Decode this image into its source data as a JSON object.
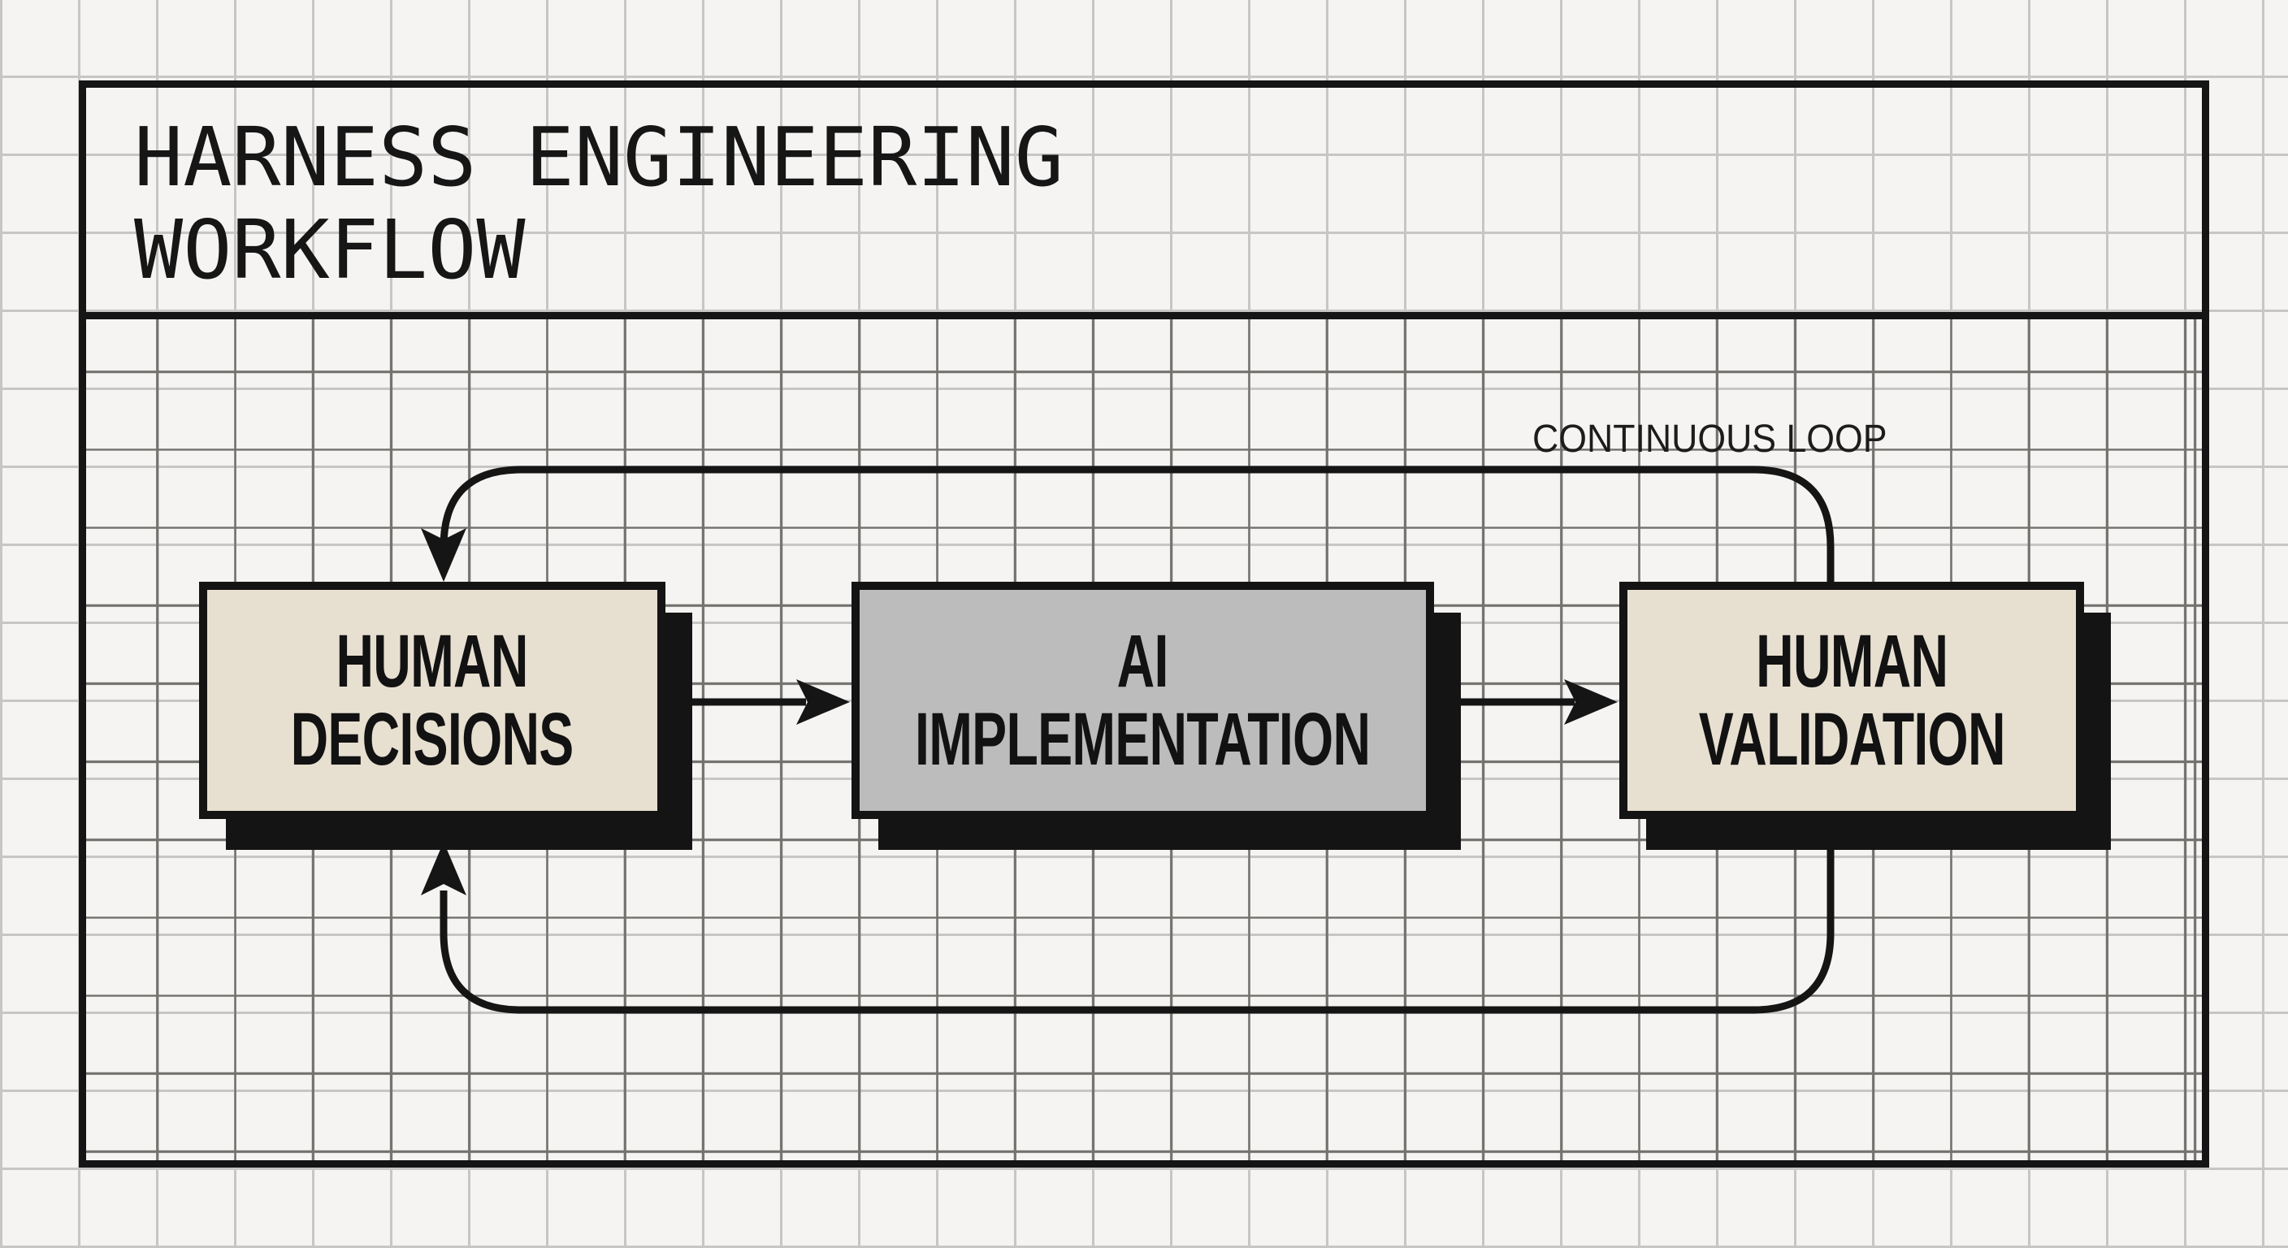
{
  "title": {
    "line1": "HARNESS ENGINEERING",
    "line2": "WORKFLOW"
  },
  "diagram": {
    "loop_label": "CONTINUOUS LOOP",
    "nodes": [
      {
        "id": "human-decisions",
        "line1": "HUMAN",
        "line2": "DECISIONS",
        "fill": "#e7dfd0"
      },
      {
        "id": "ai-implementation",
        "line1": "AI",
        "line2": "IMPLEMENTATION",
        "fill": "#bcbcbc"
      },
      {
        "id": "human-validation",
        "line1": "HUMAN",
        "line2": "VALIDATION",
        "fill": "#e7dfd0"
      }
    ],
    "colors": {
      "ink": "#151515",
      "paper": "#f5f4f2",
      "grid_light": "#c7c6c4",
      "grid_dark": "#73726f",
      "shadow": "#141414"
    }
  }
}
